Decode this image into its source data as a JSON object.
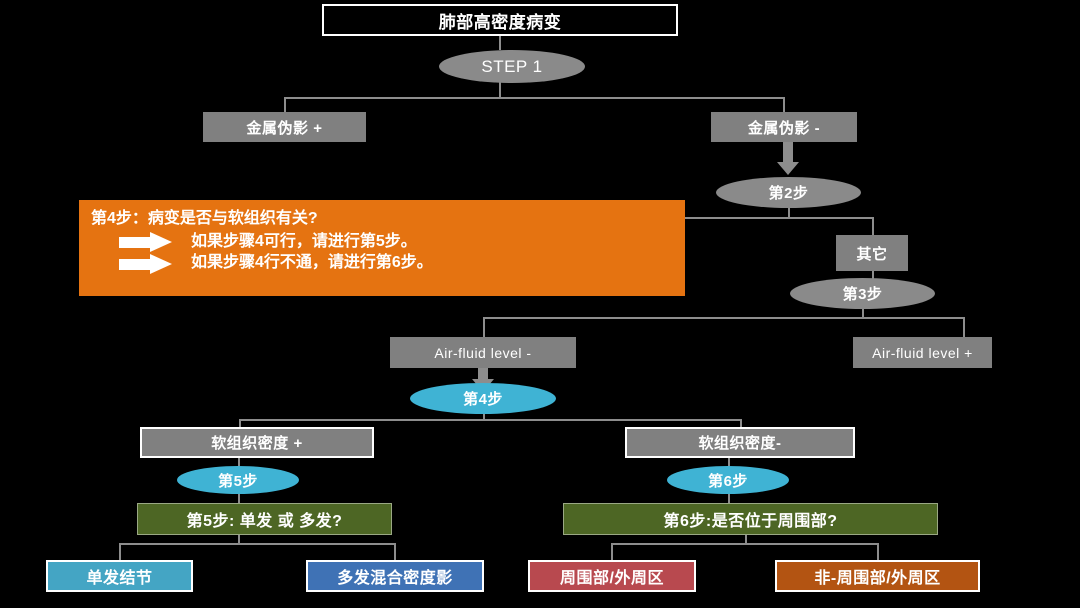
{
  "diagram": {
    "title": "肺部高密度病变",
    "background_color": "#000000",
    "palette": {
      "gray_node": "#808080",
      "gray_ellipse": "#8a8a8a",
      "cyan_ellipse": "#3fb3d4",
      "orange_callout": "#e57311",
      "green_box": "#4d6624",
      "teal_box": "#44a5c4",
      "blue_box": "#3f72b5",
      "red_box": "#b8494f",
      "brown_box": "#b35412",
      "connector": "#8d8d8d",
      "text": "#ffffff"
    },
    "nodes": {
      "root": "肺部高密度病变",
      "step1": "STEP 1",
      "metal_plus": "金属伪影 +",
      "metal_minus": "金属伪影  -",
      "step2": "第2步",
      "other": "其它",
      "step3": "第3步",
      "airfluid_minus": "Air-fluid level   -",
      "airfluid_plus": "Air-fluid level  +",
      "step4": "第4步",
      "soft_plus": "软组织密度  +",
      "soft_minus": "软组织密度-",
      "step5": "第5步",
      "step6": "第6步",
      "q_step5": "第5步: 单发 或 多发?",
      "q_step6": "第6步:是否位于周围部?",
      "term_single": "单发结节",
      "term_multiple": "多发混合密度影",
      "term_peripheral": "周围部/外周区",
      "term_nonperipheral": "非-周围部/外周区"
    },
    "callout": {
      "title": "第4步：病变是否与软组织有关?",
      "line1": "如果步骤4可行，请进行第5步。",
      "line2": "如果步骤4行不通，请进行第6步。",
      "arrow1_name": "right-arrow-icon",
      "arrow2_name": "right-arrow-icon"
    }
  }
}
